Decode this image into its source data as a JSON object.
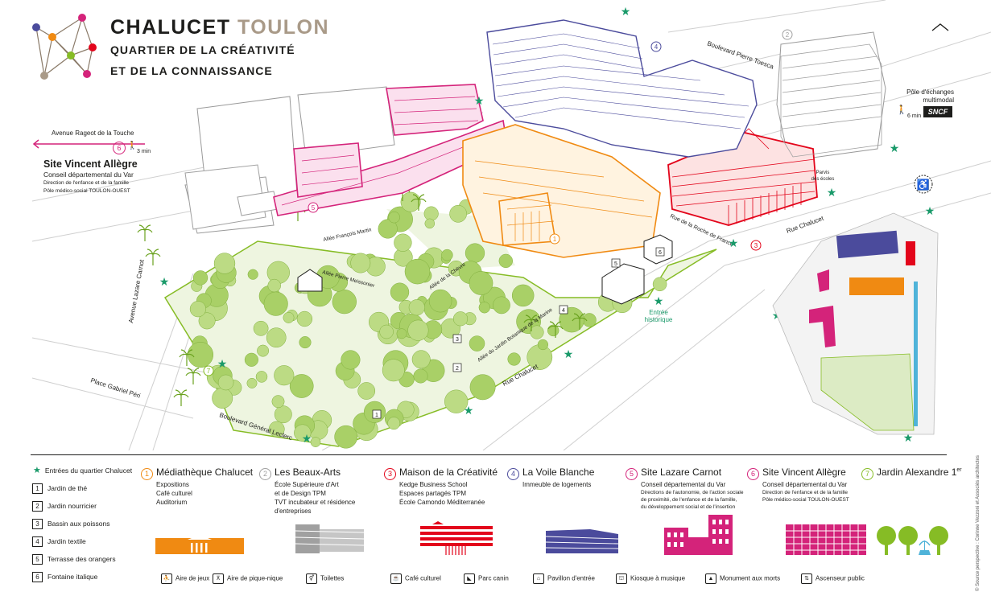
{
  "title": {
    "part1": "CHALUCET",
    "part2": "TOULON",
    "line2": "QUARTIER DE LA CRÉATIVITÉ",
    "line3": "ET DE LA CONNAISSANCE"
  },
  "colors": {
    "orange": "#f08a12",
    "grey": "#a0a0a0",
    "red": "#e3051b",
    "violet": "#4b4b9c",
    "magenta": "#d4237a",
    "green": "#86bc25",
    "star": "#1a9a6a"
  },
  "map": {
    "streets": {
      "avenue_rageot": "Avenue Rageot de la Touche",
      "avenue_lazare": "Avenue Lazare Carnot",
      "place_peri": "Place Gabriel Péri",
      "bd_leclerc": "Boulevard Général Leclerc",
      "bd_toesca": "Boulevard Pierre Toesca",
      "rue_chalucet_1": "Rue Chalucet",
      "rue_chalucet_2": "Rue Chalucet",
      "rue_roche": "Rue de la Roche de France",
      "allee_martin": "Allée François Martin",
      "allee_meissonnier": "Allée Pierre Meissonier",
      "allee_chevre": "Allée de la Chèvre",
      "allee_jardin": "Allée du Jardin Botanique de la Marine"
    },
    "vincent": {
      "num": "6",
      "time": "3 min",
      "title": "Site Vincent Allègre",
      "sub1": "Conseil départemental du Var",
      "sub2": "Direction de l'enfance et de la famille",
      "sub3": "Pôle médico-social TOULON-OUEST"
    },
    "pole": {
      "line1": "Pôle d'échanges",
      "line2": "multimodal",
      "time": "6 min",
      "sncf": "SNCF"
    },
    "entree": {
      "line1": "Entrée",
      "line2": "historique"
    },
    "parvis": {
      "line1": "Parvis",
      "line2": "des écoles"
    },
    "building_numbers": [
      "1",
      "2",
      "3",
      "4",
      "5",
      "7"
    ],
    "garden_numbers": [
      "1",
      "2",
      "3",
      "4",
      "5",
      "6"
    ]
  },
  "legend_left": {
    "star_label": "Entrées du quartier Chalucet",
    "items": [
      {
        "num": "1",
        "label": "Jardin de thé"
      },
      {
        "num": "2",
        "label": "Jardin nourricier"
      },
      {
        "num": "3",
        "label": "Bassin aux poissons"
      },
      {
        "num": "4",
        "label": "Jardin textile"
      },
      {
        "num": "5",
        "label": "Terrasse des orangers"
      },
      {
        "num": "6",
        "label": "Fontaine italique"
      }
    ]
  },
  "sites": [
    {
      "num": "1",
      "name": "Médiathèque Chalucet",
      "lines": [
        "Expositions",
        "Café culturel",
        "Auditorium"
      ]
    },
    {
      "num": "2",
      "name": "Les Beaux-Arts",
      "lines": [
        "École Supérieure d'Art",
        "et de Design TPM",
        "TVT incubateur et résidence",
        "d'entreprises"
      ]
    },
    {
      "num": "3",
      "name": "Maison de la Créativité",
      "lines": [
        "Kedge Business School",
        "Espaces partagés TPM",
        "École Camondo Méditerranée"
      ]
    },
    {
      "num": "4",
      "name": "La Voile Blanche",
      "lines": [
        "Immeuble de logements"
      ]
    },
    {
      "num": "5",
      "name": "Site Lazare Carnot",
      "lines": [
        "Conseil départemental du Var",
        "Directions de l'autonomie, de l'action sociale",
        "de proximité, de l'enfance et de la famille,",
        "du développement social et de l'insertion"
      ]
    },
    {
      "num": "6",
      "name": "Site Vincent Allègre",
      "lines": [
        "Conseil départemental du Var",
        "Direction de l'enfance et de la famille",
        "Pôle médico-social TOULON-OUEST"
      ]
    },
    {
      "num": "7",
      "name": "Jardin Alexandre 1",
      "sup": "er",
      "lines": []
    }
  ],
  "amenities": [
    {
      "icon": "playground-icon",
      "glyph": "⛹",
      "label": "Aire de jeux"
    },
    {
      "icon": "picnic-icon",
      "glyph": "⊼",
      "label": "Aire de pique-nique"
    },
    {
      "icon": "toilets-icon",
      "glyph": "⚥",
      "label": "Toilettes"
    },
    {
      "icon": "cafe-icon",
      "glyph": "☕",
      "label": "Café culturel"
    },
    {
      "icon": "dog-park-icon",
      "glyph": "◣",
      "label": "Parc canin"
    },
    {
      "icon": "entrance-pavilion-icon",
      "glyph": "⌂",
      "label": "Pavillon d'entrée"
    },
    {
      "icon": "bandstand-icon",
      "glyph": "⛫",
      "label": "Kiosque à musique"
    },
    {
      "icon": "war-memorial-icon",
      "glyph": "▲",
      "label": "Monument aux morts"
    },
    {
      "icon": "elevator-icon",
      "glyph": "⇅",
      "label": "Ascenseur public"
    }
  ],
  "credit": "© Source perspective : Corinne Vezzoni et Associés architectes"
}
